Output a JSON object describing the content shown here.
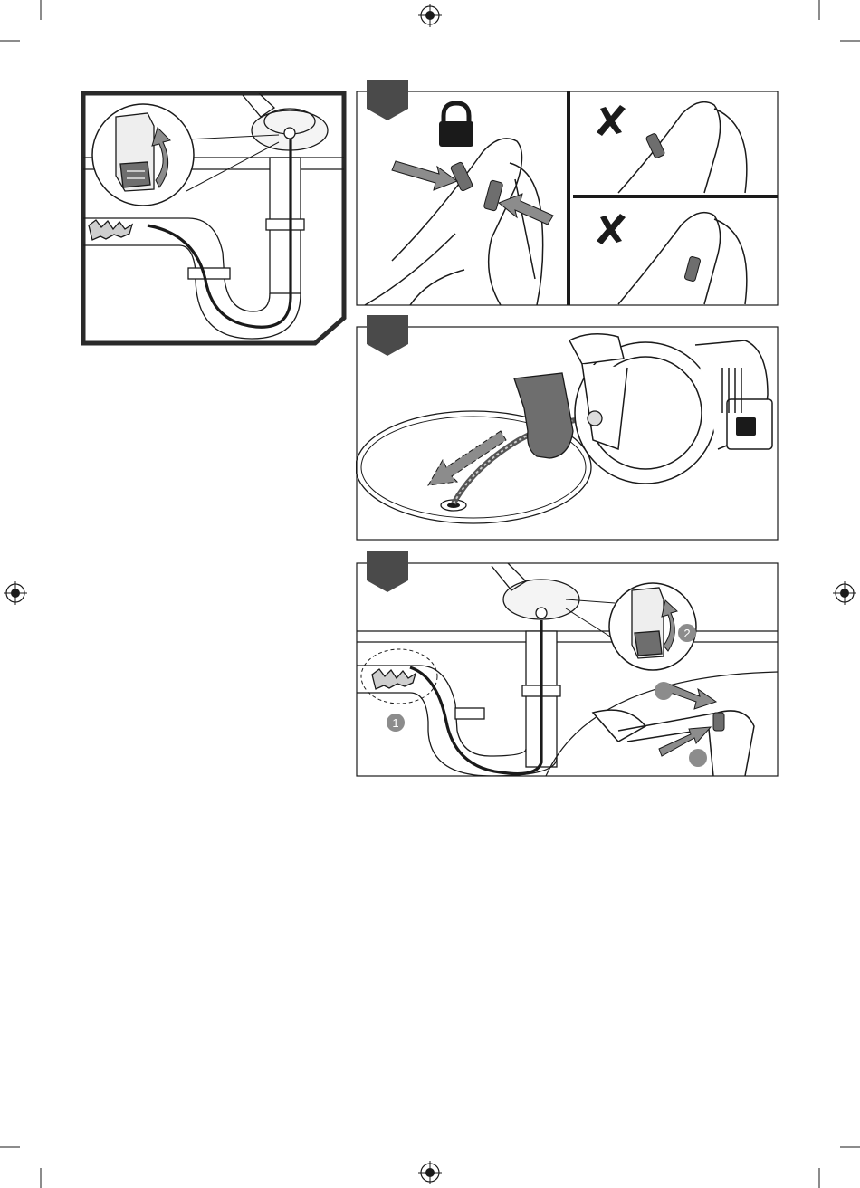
{
  "page": {
    "background": "#ffffff"
  },
  "colors": {
    "ink": "#1a1a1a",
    "panel_border": "#2a2a2a",
    "step_tab": "#4a4a4a",
    "arrow_fill": "#8c8c8c",
    "trigger": "#6e6e6e"
  },
  "figures": {
    "sink_overview": {
      "icon": "drain-cleaner-under-sink"
    },
    "step_a": {
      "icons": [
        "lock-icon",
        "push-arrow-icon"
      ],
      "invalid_marks": [
        "cross-icon",
        "cross-icon"
      ]
    },
    "step_b": {
      "icon": "gloved-hand-feeding-cable"
    },
    "step_c": {
      "callouts": [
        {
          "label": "1"
        },
        {
          "label": "2"
        }
      ]
    }
  },
  "registration_marks": [
    "registration-mark-top",
    "registration-mark-left",
    "registration-mark-right",
    "registration-mark-bottom"
  ]
}
